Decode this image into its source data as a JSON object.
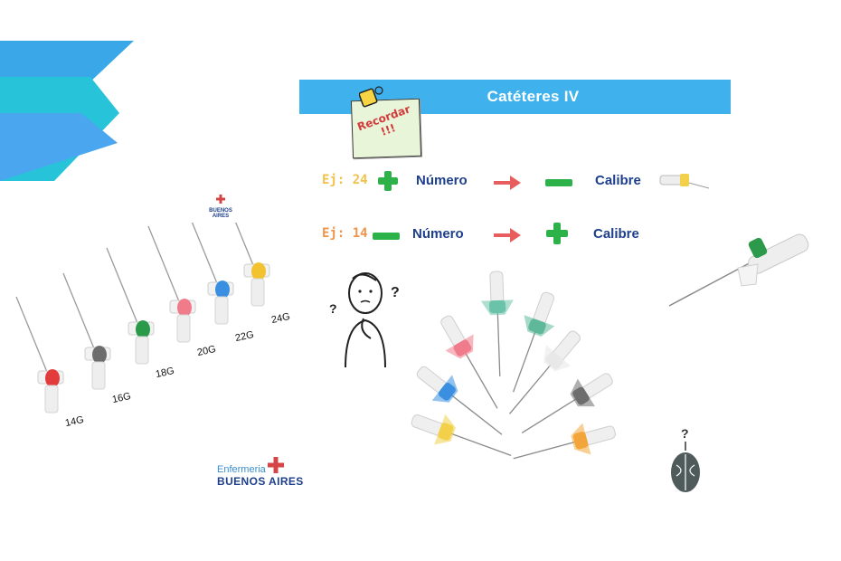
{
  "title": "Catéteres IV",
  "sticky_note": {
    "line1": "Recordar",
    "line2": "!!!"
  },
  "rules": [
    {
      "example": "Ej: 24",
      "sign1": "plus",
      "label1": "Número",
      "sign2": "minus",
      "label2": "Calibre"
    },
    {
      "example": "Ej: 14",
      "sign1": "minus",
      "label1": "Número",
      "sign2": "plus",
      "label2": "Calibre"
    }
  ],
  "gauges": [
    "14G",
    "16G",
    "18G",
    "20G",
    "22G",
    "24G"
  ],
  "gauge_colors": [
    "#e23b3b",
    "#6d6d6d",
    "#2a9a4a",
    "#f07b8b",
    "#3b8fe0",
    "#f2c230"
  ],
  "logo": {
    "line1": "Enfermeria",
    "line2": "BUENOS AIRES",
    "small_line": "BUENOS AIRES",
    "cross_color": "#d64545"
  },
  "colors": {
    "title_bar": "#3fb2ee",
    "plus_minus": "#2db24a",
    "arrow": "#e85d5d",
    "text_blue": "#1d3f8c"
  },
  "icons": [
    "thinking-person-icon",
    "brain-question-icon",
    "pin-icon",
    "arrow-right-icon"
  ]
}
